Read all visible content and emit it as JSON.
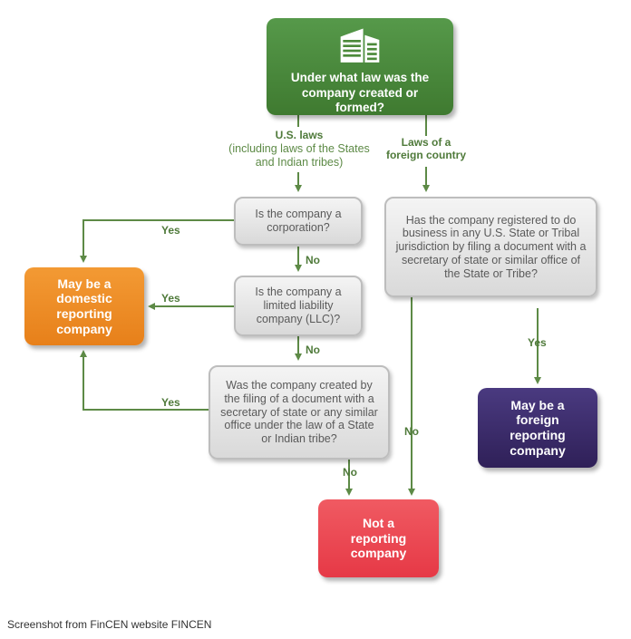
{
  "top": {
    "text": "Under what law was the company created or formed?"
  },
  "branches": {
    "us_title": "U.S. laws",
    "us_sub": "(including laws of the States and Indian tribes)",
    "foreign": "Laws of a foreign country"
  },
  "questions": {
    "corporation": "Is  the company a corporation?",
    "llc": "Is the company a limited liability company (LLC)?",
    "filing": "Was the company created by the filing of a document with a secretary of state or any similar office under the law of a State or Indian tribe?",
    "foreign_registered": "Has the company registered to do business in any U.S. State or Tribal jurisdiction by filing a document with a secretary of state or similar office of the State or Tribe?"
  },
  "outcomes": {
    "domestic": "May be a domestic reporting company",
    "foreign": "May be a foreign reporting company",
    "not_reporting": "Not a reporting company"
  },
  "edge_labels": {
    "yes": "Yes",
    "no": "No"
  },
  "caption": "Screenshot from FinCEN website  FINCEN",
  "colors": {
    "green": "#4c8a3a",
    "arrow": "#5d8a46",
    "orange": "#ef8b22",
    "purple": "#3a2a6a",
    "red": "#ec4a54"
  }
}
